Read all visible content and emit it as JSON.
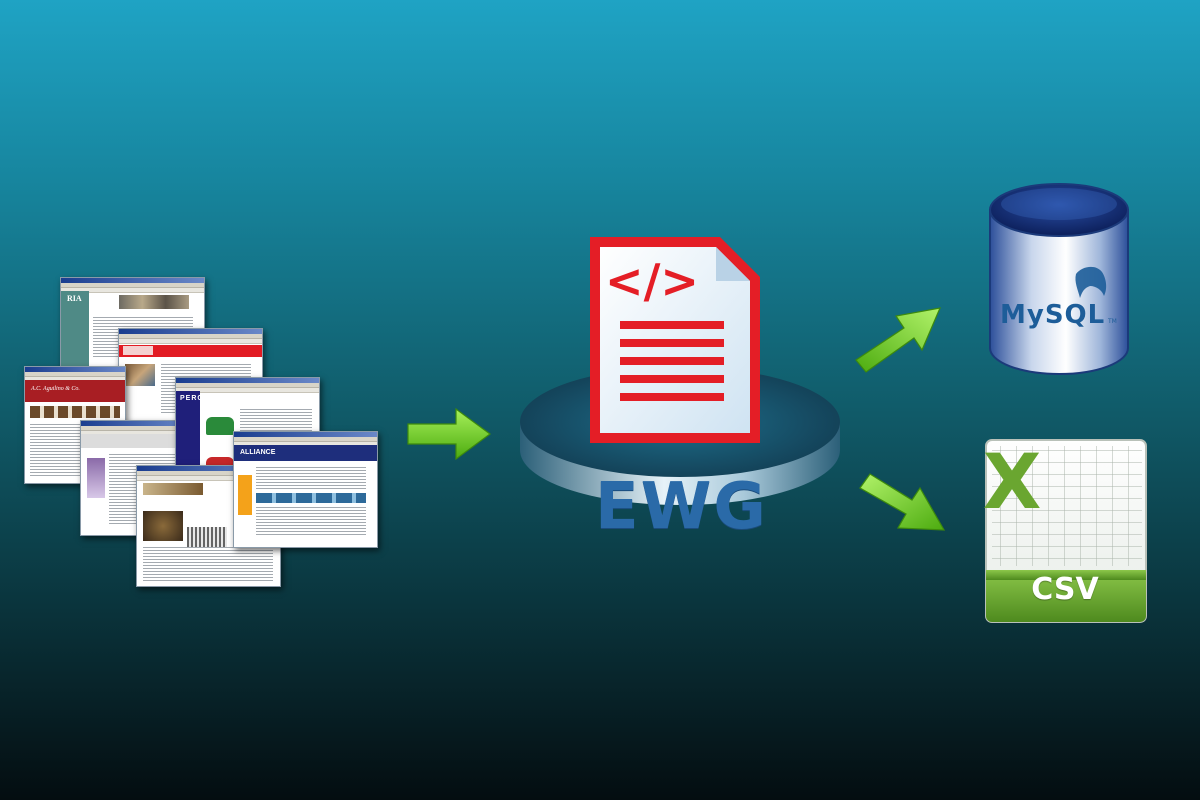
{
  "diagram": {
    "source": {
      "pages": [
        {
          "name": "RIA"
        },
        {
          "name": "site-red"
        },
        {
          "name": "A.C. Aguilino & Co."
        },
        {
          "name": "PERCIUS"
        },
        {
          "name": "ALLIANCE"
        },
        {
          "name": "site-gray"
        },
        {
          "name": "site-brown"
        }
      ]
    },
    "processor": {
      "label": "EWG",
      "icon": "code-document-icon",
      "code_glyph": "</>"
    },
    "outputs": {
      "mysql": {
        "label_my": "My",
        "label_sql": "SQL",
        "tm": "TM"
      },
      "csv": {
        "label": "CSV",
        "excel_letter": "X"
      }
    },
    "colors": {
      "arrow": "#6fd11f",
      "code_red": "#e41e26",
      "ewg_blue": "#2a6aa8",
      "mysql_blue": "#1d5d99",
      "excel_green": "#6aa630"
    }
  }
}
